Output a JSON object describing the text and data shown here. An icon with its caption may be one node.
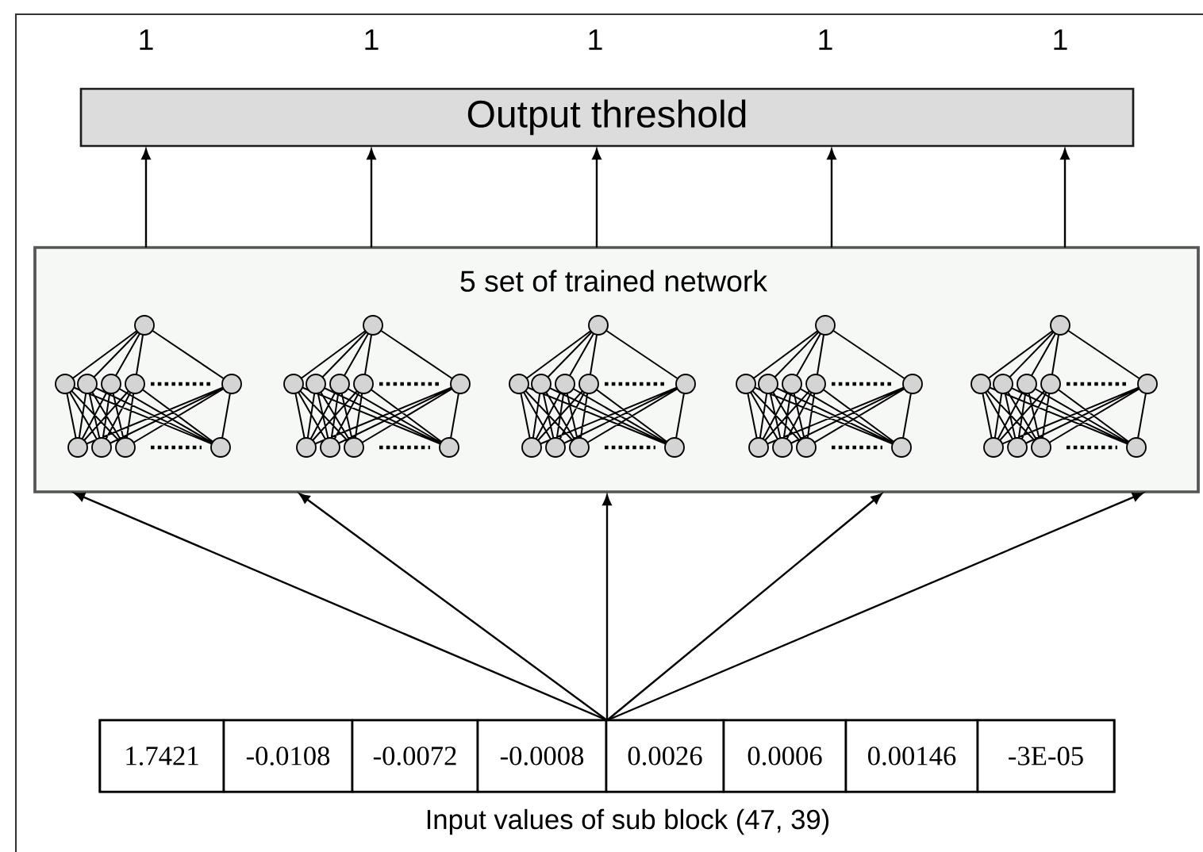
{
  "diagram": {
    "nodes": [
      {
        "text": [
          "Output threshold"
        ]
      },
      {
        "text": [
          "5 set of trained network"
        ]
      },
      {
        "text": [],
        "shape": "picture",
        "in": 1
      },
      {
        "text": [],
        "shape": "picture",
        "in": 1
      },
      {
        "text": [],
        "shape": "picture",
        "in": 1
      },
      {
        "text": [],
        "shape": "picture",
        "in": 1
      },
      {
        "text": [],
        "shape": "picture",
        "in": 1
      },
      {
        "text": [
          "Input values of sub block (47, 39)"
        ]
      },
      {
        "text": [
          "1.7421"
        ],
        "in": 7
      },
      {
        "text": [
          "-0.0108"
        ],
        "in": 7
      },
      {
        "text": [
          "-0.0072"
        ],
        "in": 7
      },
      {
        "text": [
          "-0.0008"
        ],
        "in": 7
      },
      {
        "text": [
          "0.0026"
        ],
        "in": 7
      },
      {
        "text": [
          "0.0006"
        ],
        "in": 7
      },
      {
        "text": [
          "0.00146"
        ],
        "in": 7
      },
      {
        "text": [
          "-3E-05"
        ],
        "in": 7
      }
    ],
    "edges": [
      {
        "from": 1,
        "to": 0,
        "arrow": "to"
      },
      {
        "from": 1,
        "to": 0,
        "arrow": "to"
      },
      {
        "from": 1,
        "to": 0,
        "arrow": "to"
      },
      {
        "from": 1,
        "to": 0,
        "arrow": "to"
      },
      {
        "from": 1,
        "to": 0,
        "arrow": "to"
      },
      {
        "from": 7,
        "to": 1,
        "arrow": "to"
      },
      {
        "from": 7,
        "to": 1,
        "arrow": "to"
      },
      {
        "from": 7,
        "to": 1,
        "arrow": "to"
      },
      {
        "from": 7,
        "to": 1,
        "arrow": "to"
      },
      {
        "from": 7,
        "to": 1,
        "arrow": "to"
      }
    ],
    "labels": [
      "1",
      "1",
      "1",
      "1",
      "1"
    ]
  }
}
